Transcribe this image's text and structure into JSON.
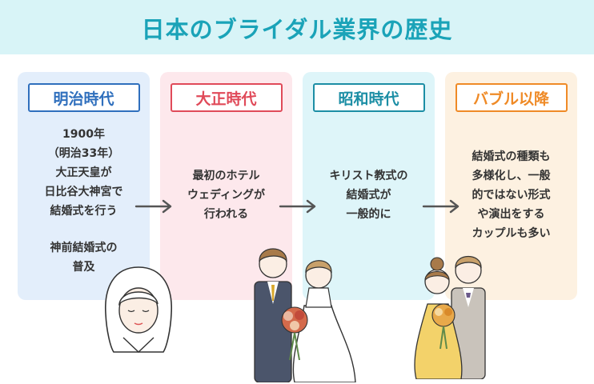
{
  "title": "日本のブライダル業界の歴史",
  "colors": {
    "banner_bg": "#d8f4f7",
    "title_text": "#1aa3b8",
    "arrow": "#555555"
  },
  "eras": [
    {
      "label": "明治時代",
      "bg": "#e3eefb",
      "accent": "#2f6fbd",
      "lines": [
        "1900年",
        "（明治33年）",
        "大正天皇が",
        "日比谷大神宮で",
        "結婚式を行う",
        "",
        "神前結婚式の",
        "普及"
      ]
    },
    {
      "label": "大正時代",
      "bg": "#fde8ec",
      "accent": "#e04a59",
      "lines": [
        "最初のホテル",
        "ウェディングが",
        "行われる"
      ]
    },
    {
      "label": "昭和時代",
      "bg": "#def5f9",
      "accent": "#1c8ea5",
      "lines": [
        "キリスト教式の",
        "結婚式が",
        "一般的に"
      ]
    },
    {
      "label": "バブル以降",
      "bg": "#fdf1e1",
      "accent": "#ef8a26",
      "lines": [
        "結婚式の種類も",
        "多様化し、一般",
        "的ではない形式",
        "や演出をする",
        "カップルも多い"
      ]
    }
  ],
  "icons": {
    "arrow": "right-arrow-icon",
    "illustrations": [
      "bride-in-hood-illustration",
      "western-wedding-couple-illustration",
      "yellow-dress-couple-illustration"
    ]
  }
}
